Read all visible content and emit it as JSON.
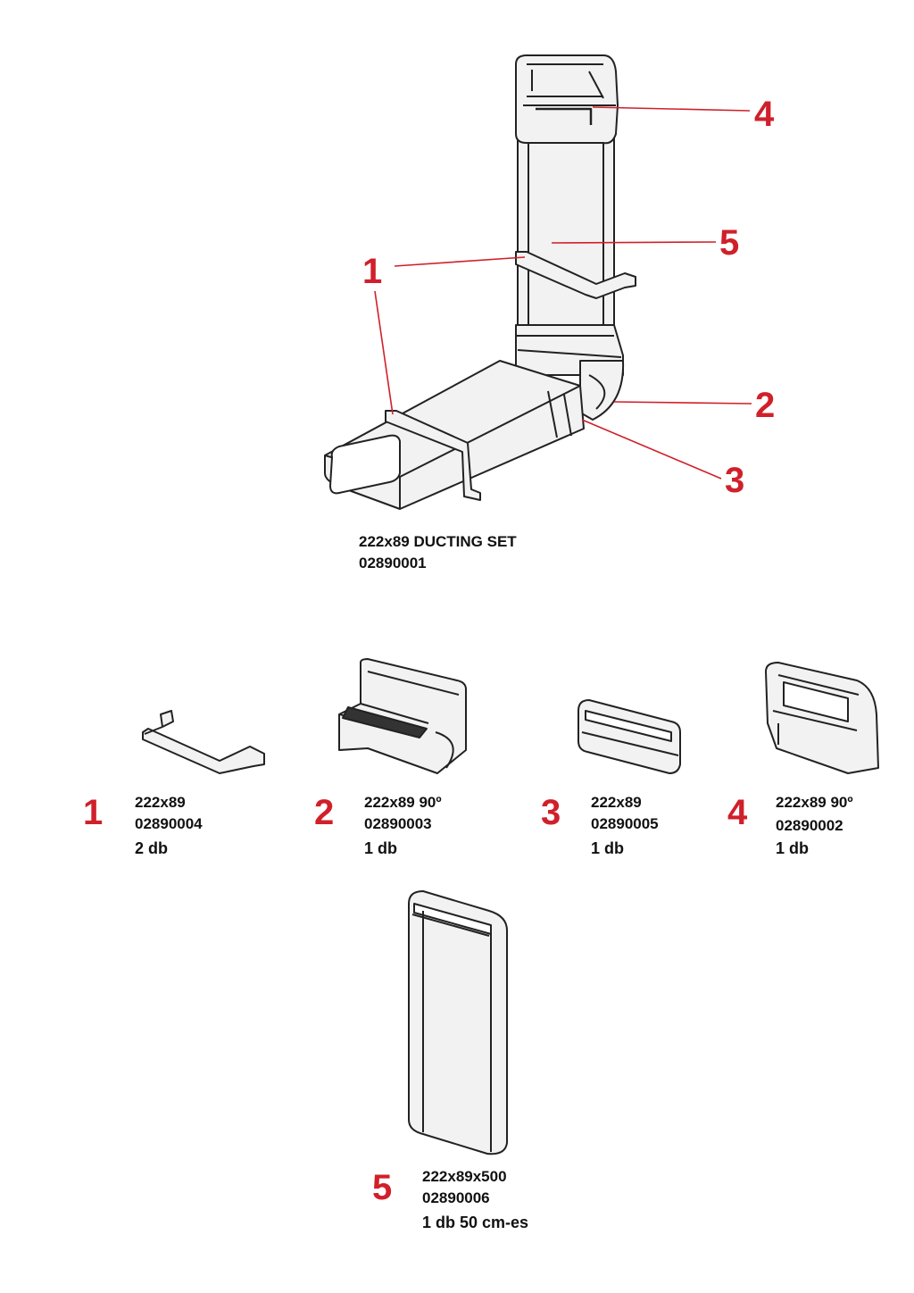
{
  "set": {
    "title": "222x89 DUCTING SET",
    "code": "02890001"
  },
  "callouts": [
    "4",
    "5",
    "1",
    "2",
    "3"
  ],
  "parts": [
    {
      "number": "1",
      "size": "222x89",
      "code": "02890004",
      "qty": "2 db",
      "icon": "duct-bracket"
    },
    {
      "number": "2",
      "size": "222x89 90º",
      "code": "02890003",
      "qty": "1 db",
      "icon": "duct-elbow-flat"
    },
    {
      "number": "3",
      "size": "222x89",
      "code": "02890005",
      "qty": "1 db",
      "icon": "duct-connector"
    },
    {
      "number": "4",
      "size": "222x89 90º",
      "code": "02890002",
      "qty": "1 db",
      "icon": "duct-elbow-vertical"
    },
    {
      "number": "5",
      "size": "222x89x500",
      "code": "02890006",
      "qty": "1 db 50 cm-es",
      "icon": "duct-straight"
    }
  ],
  "colors": {
    "callout": "#d0202a",
    "line": "#222222",
    "fill": "#f2f2f2"
  }
}
